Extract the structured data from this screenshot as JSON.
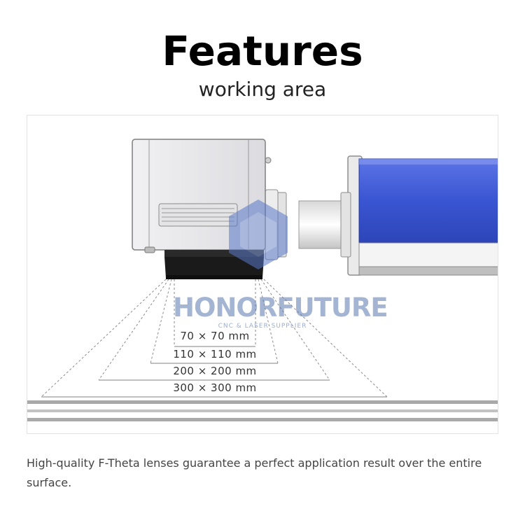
{
  "header": {
    "title": "Features",
    "subtitle": "working area"
  },
  "diagram": {
    "working_areas": [
      {
        "label": "70 × 70 mm"
      },
      {
        "label": "110 × 110 mm"
      },
      {
        "label": "200 × 200 mm"
      },
      {
        "label": "300 × 300 mm"
      }
    ],
    "watermark": {
      "brand": "HONORFUTURE",
      "tagline": "CNC & LASER SUPPLIER"
    },
    "colors": {
      "laser_body": "#3c57d4",
      "head_body": "#e2e2e4",
      "lens": "#1a1a1a",
      "watermark": "#5a78af"
    }
  },
  "caption": {
    "text": "High-quality F-Theta lenses guarantee a perfect application result over the entire surface."
  }
}
